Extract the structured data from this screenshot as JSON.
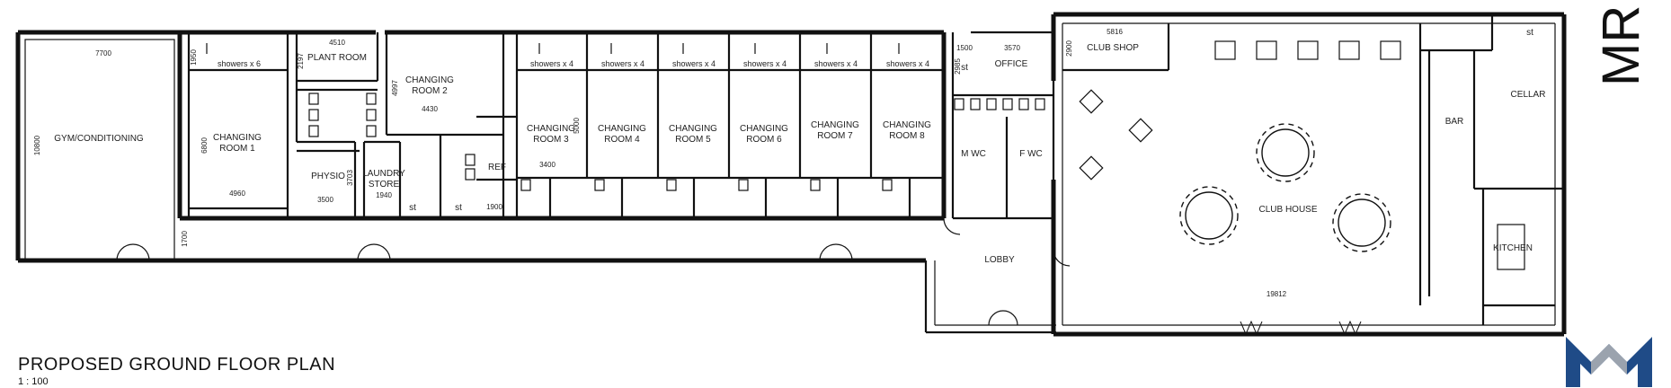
{
  "plan": {
    "title": "PROPOSED GROUND FLOOR PLAN",
    "scale": "1 : 100",
    "header_letters": "MR"
  },
  "rooms": {
    "gym": "GYM/CONDITIONING",
    "changing1": [
      "CHANGING",
      "ROOM 1"
    ],
    "changing2": [
      "CHANGING",
      "ROOM 2"
    ],
    "changing3": [
      "CHANGING",
      "ROOM 3"
    ],
    "changing4": [
      "CHANGING",
      "ROOM 4"
    ],
    "changing5": [
      "CHANGING",
      "ROOM 5"
    ],
    "changing6": [
      "CHANGING",
      "ROOM 6"
    ],
    "changing7": [
      "CHANGING",
      "ROOM 7"
    ],
    "changing8": [
      "CHANGING",
      "ROOM 8"
    ],
    "plant": "PLANT ROOM",
    "physio": "PHYSIO",
    "laundry": [
      "LAUNDRY",
      "STORE"
    ],
    "ref": "REF",
    "st": "st",
    "office": "OFFICE",
    "clubshop": "CLUB SHOP",
    "mwc": "M WC",
    "fwc": "F WC",
    "lobby": "LOBBY",
    "clubhouse": "CLUB HOUSE",
    "bar": "BAR",
    "cellar": "CELLAR",
    "kitchen": "KITCHEN",
    "showers6": "showers x 6",
    "showers4": "showers x 4"
  },
  "dimensions": {
    "gym_width": "7700",
    "gym_height": "10800",
    "showers_h": "1950",
    "plant_w": "4510",
    "plant_h": "2197",
    "cr1_h": "6800",
    "cr1_w": "4960",
    "cr2_w": "4430",
    "cr2_h": "4997",
    "physio_w": "3500",
    "physio_h": "3703",
    "laundry_w": "1940",
    "corridor": "1700",
    "cr3_w": "3400",
    "cr3_h": "5000",
    "ref_w": "1900",
    "office_a": "1500",
    "office_b": "3570",
    "office_h": "2985",
    "shop_w": "5816",
    "shop_h": "2900",
    "clubhouse_w": "19812"
  }
}
